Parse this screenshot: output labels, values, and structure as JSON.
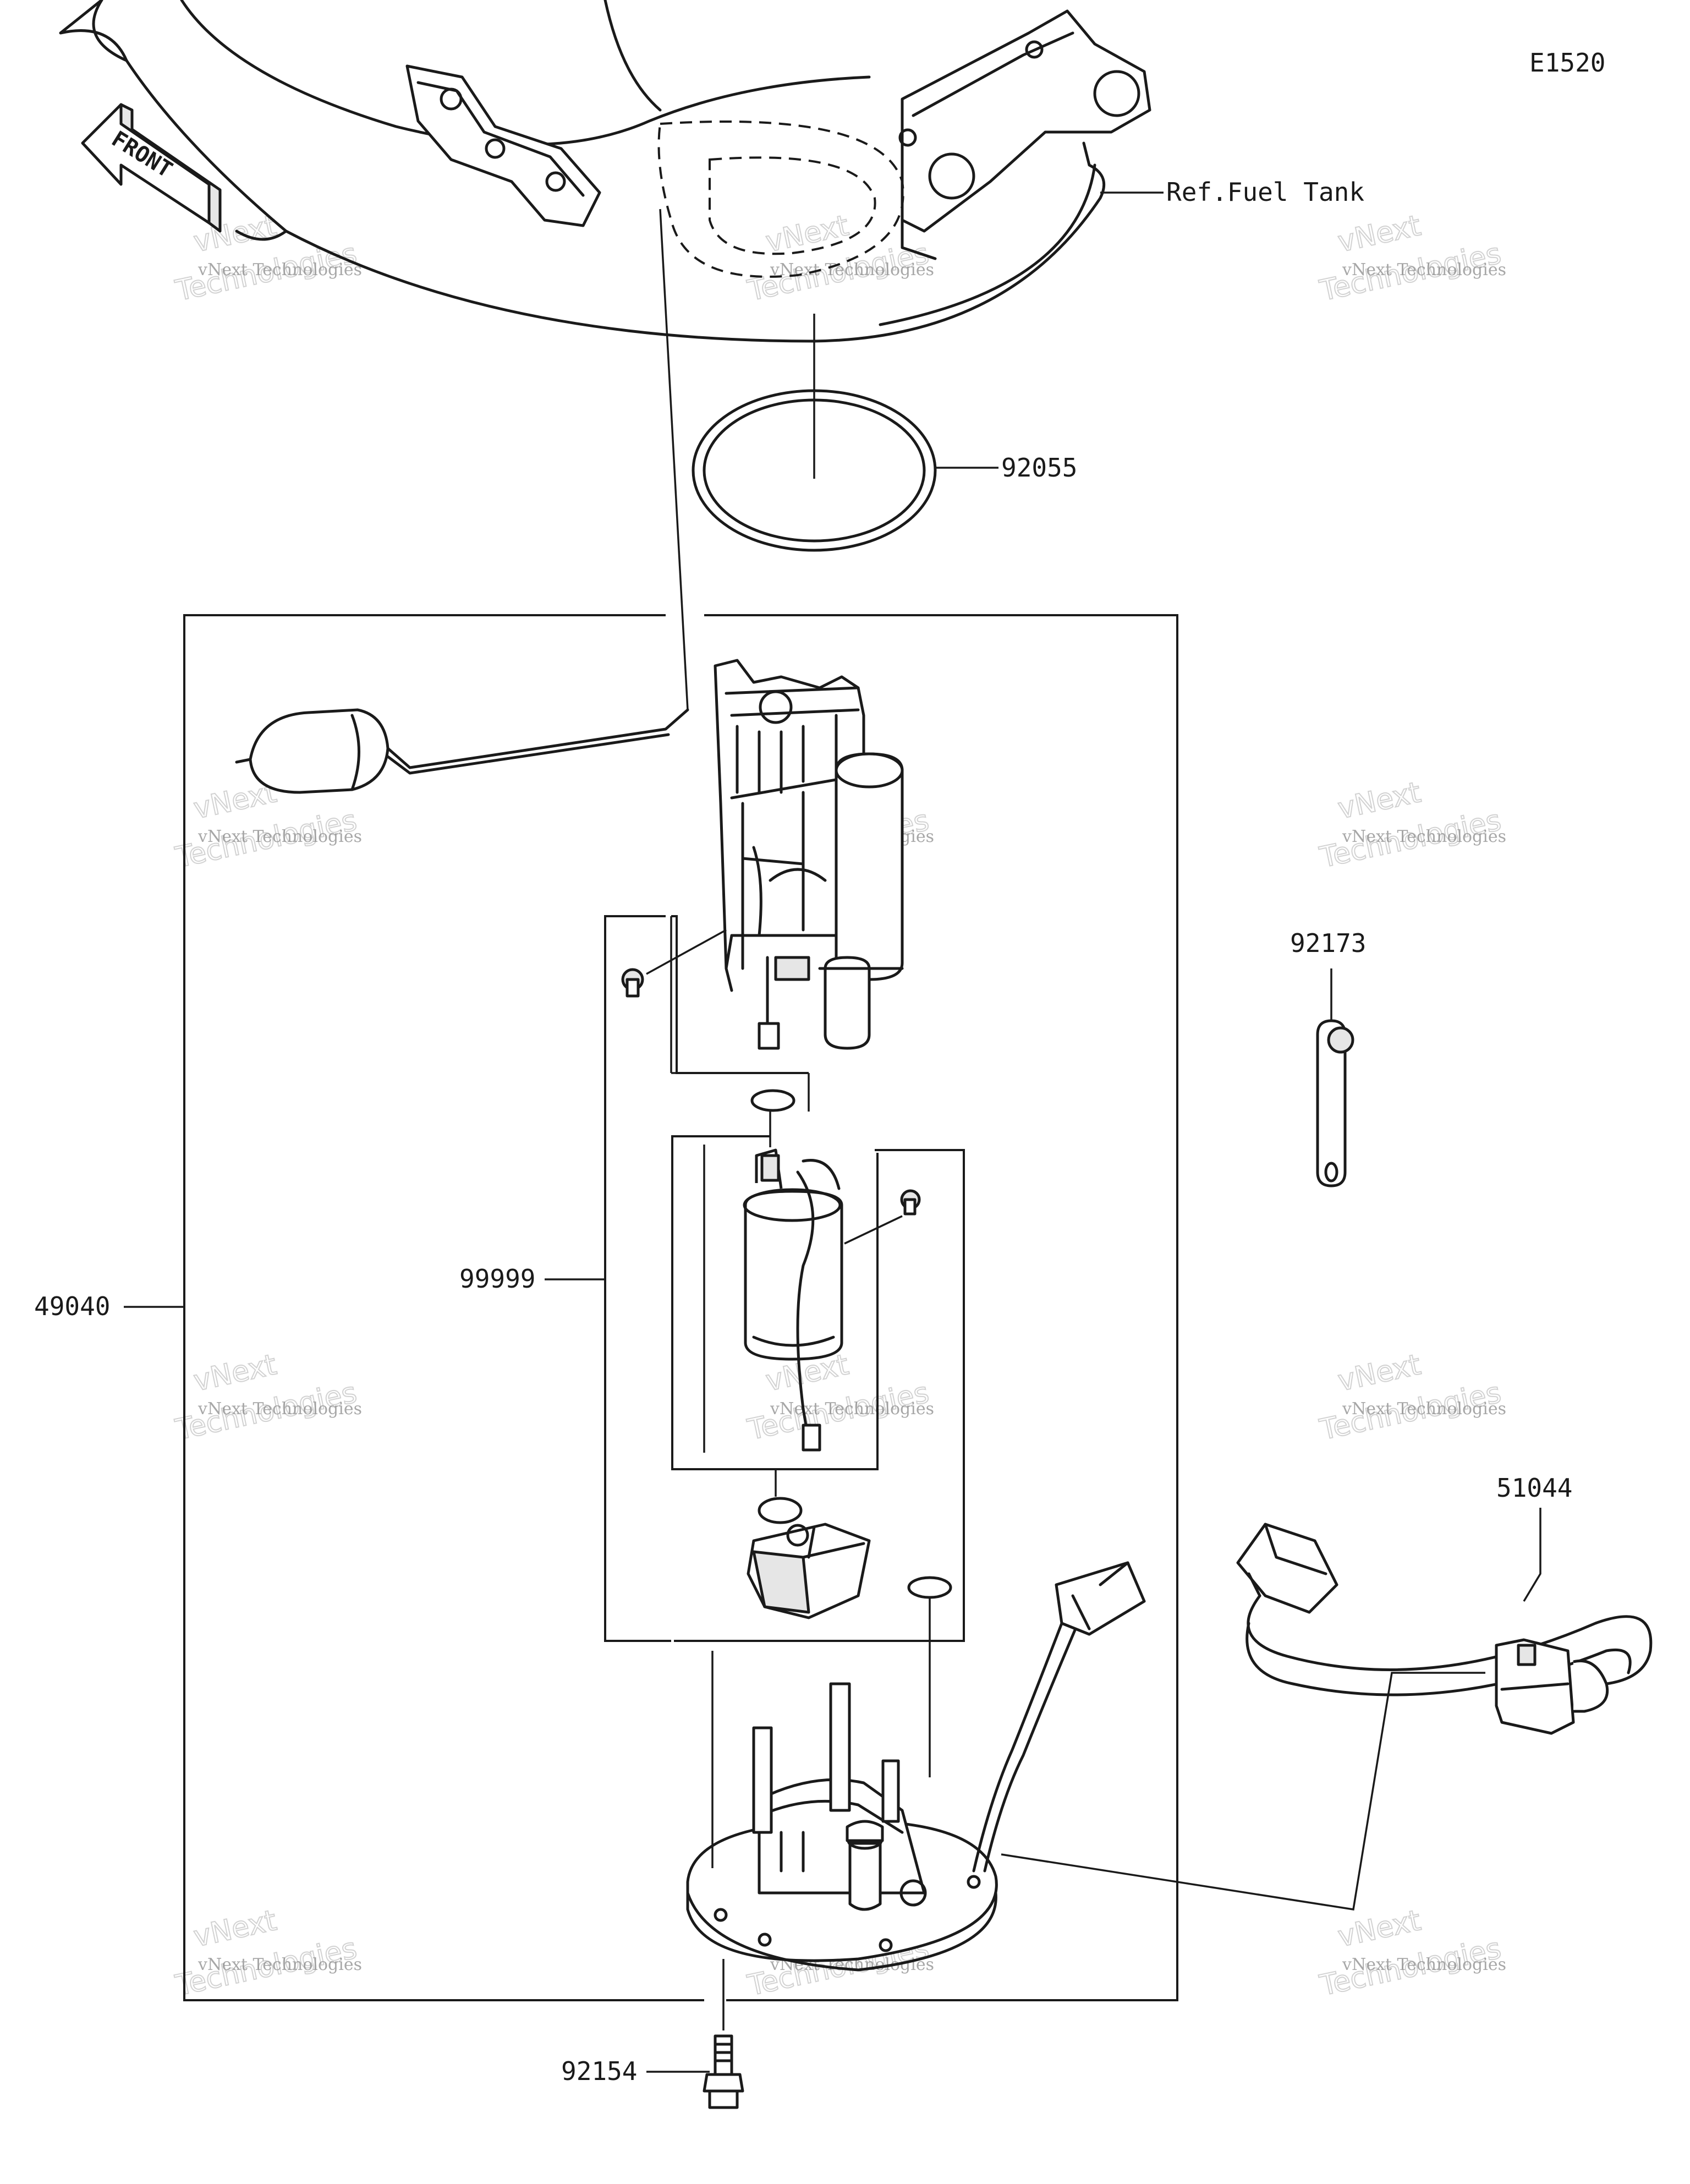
{
  "diagram_code": "E1520",
  "front_label": "FRONT",
  "labels": {
    "ref_fuel_tank": "Ref.Fuel Tank",
    "o_ring": "92055",
    "pump_assembly": "49040",
    "pump_subassembly": "99999",
    "band": "92173",
    "hose": "51044",
    "bolt": "92154"
  },
  "watermark": {
    "company": "vNext Technologies",
    "line1": "vNext",
    "line2": "Technologies"
  }
}
